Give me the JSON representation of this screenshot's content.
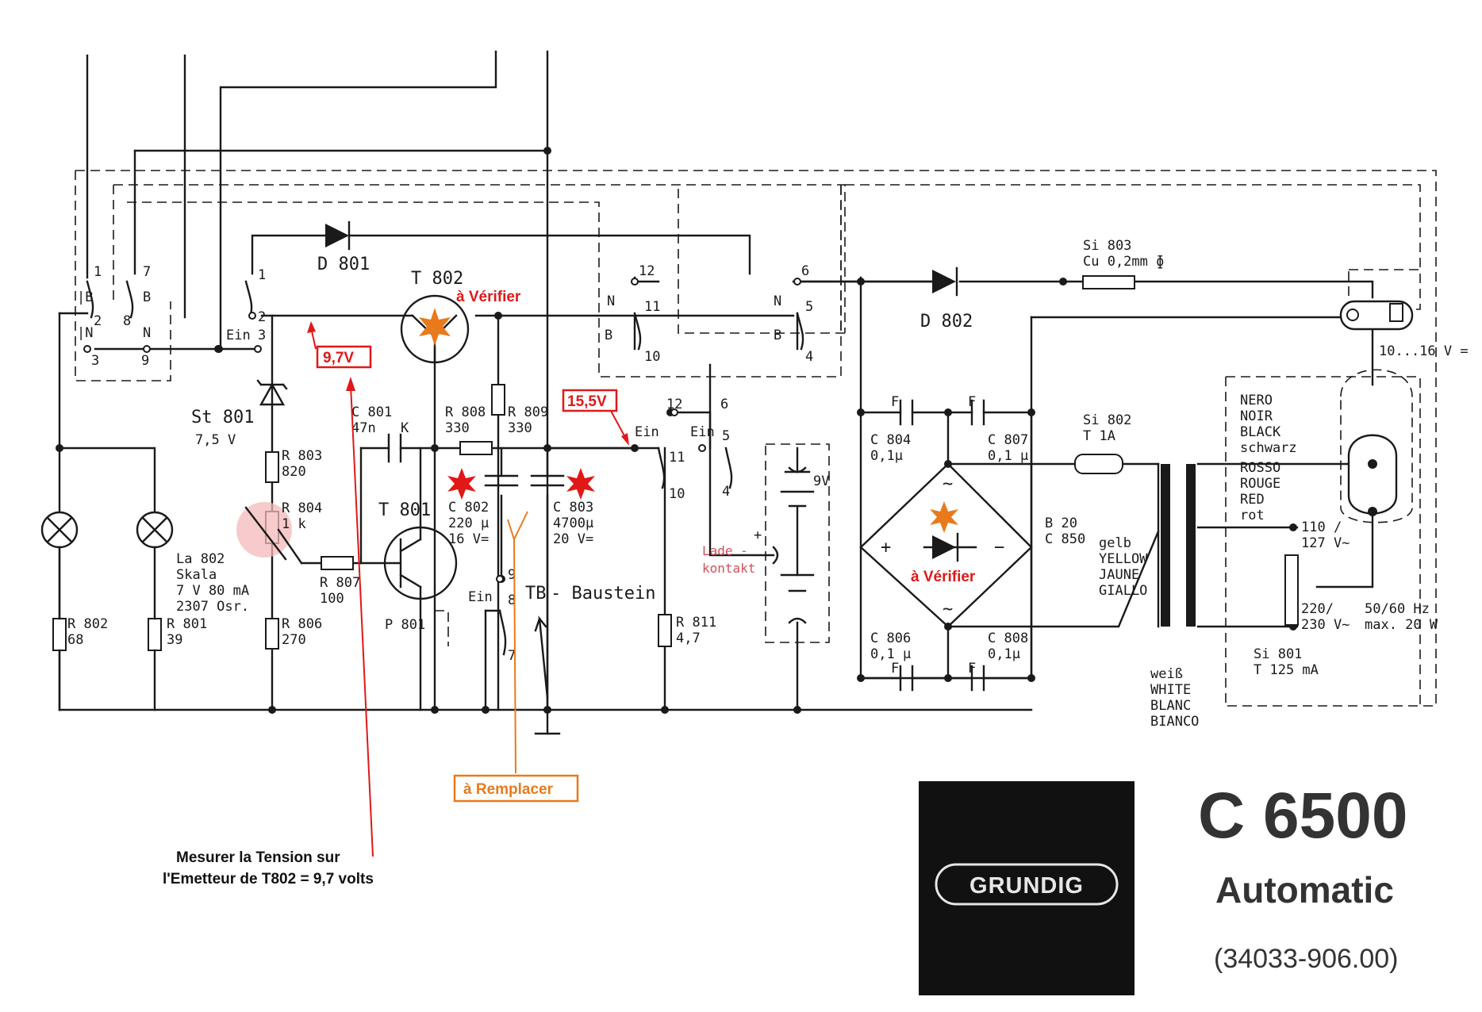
{
  "colors": {
    "red": "#e01818",
    "orange": "#e87a1c",
    "ink": "#1a1a1a",
    "highlight": "#f4b9b9"
  },
  "components": {
    "d801": "D 801",
    "d802": "D 802",
    "t802": "T 802",
    "t801": "T 801",
    "st801": "St 801",
    "st801_v": "7,5 V",
    "r803": "R 803",
    "r803_v": "820",
    "r804": "R 804",
    "r804_v": "1 k",
    "r807": "R 807",
    "r807_v": "100",
    "r806": "R 806",
    "r806_v": "270",
    "r802": "R 802",
    "r802_v": "68",
    "r801": "R 801",
    "r801_v": "39",
    "r808": "R 808",
    "r808_v": "330",
    "r809": "R 809",
    "r809_v": "330",
    "r811": "R 811",
    "r811_v": "4,7",
    "c801": "C 801",
    "c801_v": "47n",
    "k": "K",
    "c802": "C 802",
    "c802_v1": "220 µ",
    "c802_v2": "16 V=",
    "c803": "C 803",
    "c803_v1": "4700µ",
    "c803_v2": "20 V=",
    "c804": "C 804",
    "c804_v": "0,1µ",
    "c806": "C 806",
    "c806_v": "0,1 µ",
    "c807": "C 807",
    "c807_v": "0,1 µ",
    "c808": "C 808",
    "c808_v": "0,1µ",
    "f": "F",
    "la802": "La 802",
    "skala": "Skala",
    "la802_v": "7 V 80 mA",
    "la802_o": "2307 Osr.",
    "p801": "P 801",
    "si803": "Si 803",
    "si803_v": "Cu 0,2mm ɸ",
    "si802": "Si 802",
    "si802_v": "T 1A",
    "si801": "Si 801",
    "si801_v": "T 125 mA",
    "b20": "B 20",
    "c850": "C 850",
    "tb": "TB",
    "baustein": "- Baustein",
    "ein": "Ein",
    "b": "B",
    "n": "N",
    "ib": "|B",
    "in": "|N",
    "lade1": "Lade -",
    "lade2": "kontakt",
    "v9": "9V",
    "volt_10_16": "10...16 V =",
    "plus": "+",
    "minus": "−",
    "tilde": "~",
    "wire_colors_top": [
      "NERO",
      "NOIR",
      "BLACK",
      "schwarz"
    ],
    "wire_colors_mid": [
      "ROSSO",
      "ROUGE",
      "RED",
      "rot"
    ],
    "wire_colors_yellow": [
      "gelb",
      "YELLOW",
      "JAUNE",
      "GIALLO"
    ],
    "wire_colors_white": [
      "weiß",
      "WHITE",
      "BLANC",
      "BIANCO"
    ],
    "v110": "110 /",
    "v127": "127 V~",
    "v220": "220/",
    "v230": "230 V~",
    "freq": "50/60 Hz",
    "power": "max. 20 W"
  },
  "pins": {
    "p1": "1",
    "p2": "2",
    "p3": "3",
    "p4": "4",
    "p5": "5",
    "p6": "6",
    "p7": "7",
    "p8": "8",
    "p9": "9",
    "p10": "10",
    "p11": "11",
    "p12": "12"
  },
  "annotations": {
    "v97": "9,7V",
    "v155": "15,5V",
    "verify": "à Vérifier",
    "replace": "à Remplacer",
    "measure_1": "Mesurer la Tension sur",
    "measure_2": "l'Emetteur de T802 = 9,7 volts"
  },
  "brand": {
    "logo": "GRUNDIG",
    "model": "C 6500",
    "variant": "Automatic",
    "part_no": "(34033-906.00)"
  }
}
